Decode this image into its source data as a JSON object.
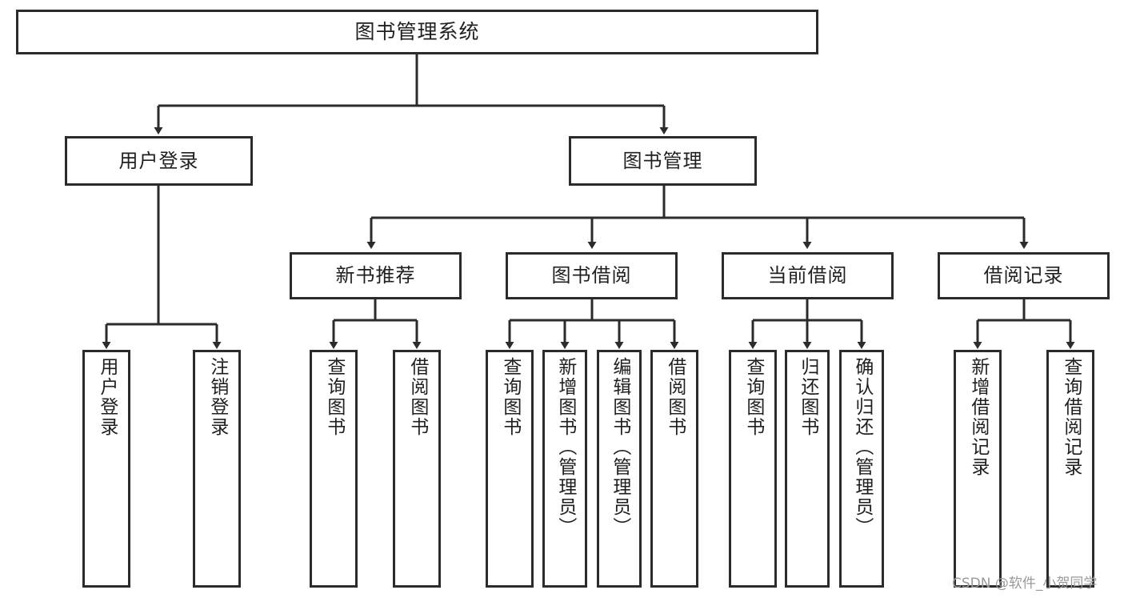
{
  "diagram": {
    "title": "图书管理系统",
    "type": "tree-hierarchy",
    "stroke_color": "#2b2b2b",
    "text_color": "#1f1f1f",
    "background_color": "#ffffff"
  },
  "nodes": {
    "root": {
      "label": "图书管理系统"
    },
    "level2": [
      {
        "label": "用户登录"
      },
      {
        "label": "图书管理"
      }
    ],
    "level3": [
      {
        "label": "新书推荐"
      },
      {
        "label": "图书借阅"
      },
      {
        "label": "当前借阅"
      },
      {
        "label": "借阅记录"
      }
    ],
    "leaves_user_login": [
      {
        "label": "用户登录"
      },
      {
        "label": "注销登录"
      }
    ],
    "leaves_new_books": [
      {
        "label": "查询图书"
      },
      {
        "label": "借阅图书"
      }
    ],
    "leaves_borrow": [
      {
        "label": "查询图书"
      },
      {
        "label": "新增图书（管理员）"
      },
      {
        "label": "编辑图书（管理员）"
      },
      {
        "label": "借阅图书"
      }
    ],
    "leaves_current": [
      {
        "label": "查询图书"
      },
      {
        "label": "归还图书"
      },
      {
        "label": "确认归还（管理员）"
      }
    ],
    "leaves_records": [
      {
        "label": "新增借阅记录"
      },
      {
        "label": "查询借阅记录"
      }
    ]
  },
  "watermark": {
    "text": "CSDN @软件_小贺同学"
  }
}
